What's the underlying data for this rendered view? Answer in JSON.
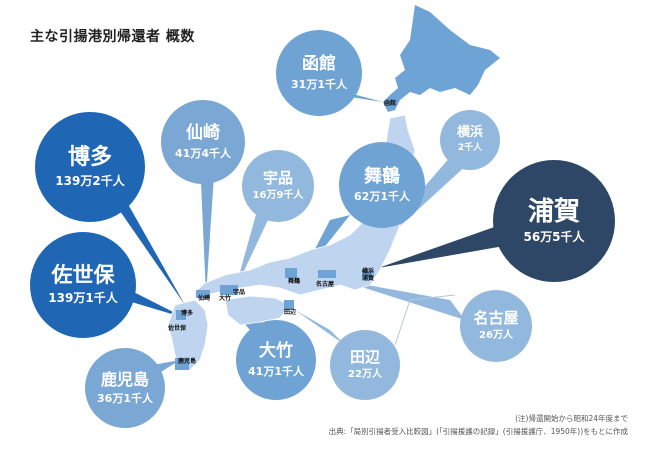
{
  "title": "主な引揚港別帰還者 概数",
  "colors": {
    "dark_blue": "#1f67b4",
    "navy": "#2e4766",
    "mid_blue": "#6ea3d4",
    "light_blue": "#93b8dd",
    "map_fill": "#bfd4ef",
    "hokkaido_fill": "#6ea3d6"
  },
  "ports": [
    {
      "name": "函館",
      "value": "31万1千人",
      "map_label": "函館"
    },
    {
      "name": "仙崎",
      "value": "41万4千人",
      "map_label": "仙崎"
    },
    {
      "name": "博多",
      "value": "139万2千人",
      "map_label": "博多"
    },
    {
      "name": "宇品",
      "value": "16万9千人",
      "map_label": "宇品"
    },
    {
      "name": "舞鶴",
      "value": "62万1千人",
      "map_label": "舞鶴"
    },
    {
      "name": "横浜",
      "value": "2千人",
      "map_label": "横浜"
    },
    {
      "name": "浦賀",
      "value": "56万5千人",
      "map_label": "浦賀"
    },
    {
      "name": "佐世保",
      "value": "139万1千人",
      "map_label": "佐世保"
    },
    {
      "name": "名古屋",
      "value": "26万人",
      "map_label": "名古屋"
    },
    {
      "name": "鹿児島",
      "value": "36万1千人",
      "map_label": "鹿児島"
    },
    {
      "name": "大竹",
      "value": "41万1千人",
      "map_label": "大竹"
    },
    {
      "name": "田辺",
      "value": "22万人",
      "map_label": "田辺"
    }
  ],
  "notes": {
    "note": "(注)帰還開始から昭和24年度まで",
    "source": "出典:「局別引揚者受入比較図」(「引揚援護の記録」(引揚援護庁、1950年))をもとに作成"
  }
}
